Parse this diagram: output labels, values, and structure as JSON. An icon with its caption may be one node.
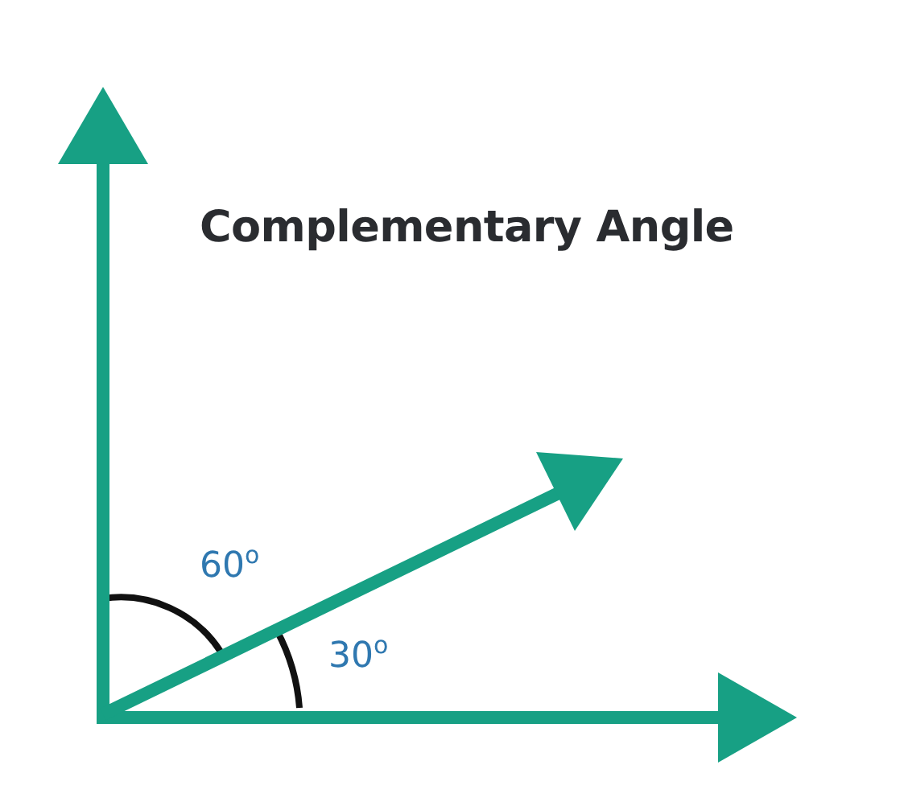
{
  "diagram": {
    "title": "Complementary Angle",
    "labels": [
      "60$^{o}$",
      "30$^{o}$"
    ]
  }
}
